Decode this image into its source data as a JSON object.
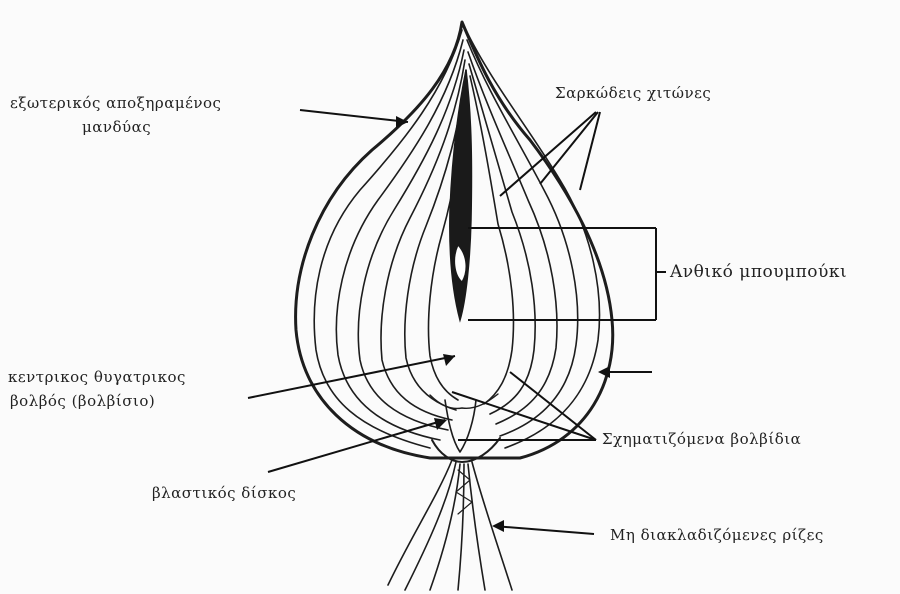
{
  "labels": {
    "outer_tunic_line1": "εξωτερικός αποξηραμένος",
    "outer_tunic_line2": "μανδύας",
    "fleshy_scales": "Σαρκώδεις χιτώνες",
    "flower_bud": "Ανθικό μπουμπούκι",
    "central_bulb_line1": "κεντρικος θυγατρικος",
    "central_bulb_line2": "βολβός (βολβίσιο)",
    "forming_bulblets": "Σχηματιζόμενα βολβίδια",
    "basal_plate": "βλαστικός δίσκος",
    "roots": "Μη διακλαδιζόμενες ρίζες"
  }
}
